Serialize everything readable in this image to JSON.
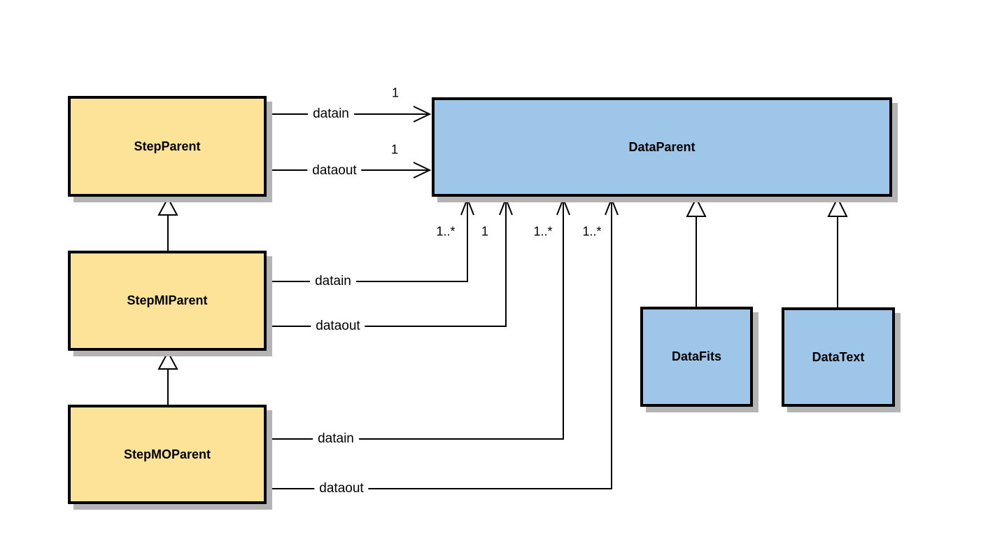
{
  "classes": {
    "step_parent": "StepParent",
    "step_mi_parent": "StepMIParent",
    "step_mo_parent": "StepMOParent",
    "data_parent": "DataParent",
    "data_fits": "DataFits",
    "data_text": "DataText"
  },
  "associations": {
    "step_parent_datain": {
      "label": "datain",
      "multiplicity": "1"
    },
    "step_parent_dataout": {
      "label": "dataout",
      "multiplicity": "1"
    },
    "step_mi_parent_datain": {
      "label": "datain",
      "multiplicity": "1..*"
    },
    "step_mi_parent_dataout": {
      "label": "dataout",
      "multiplicity": "1"
    },
    "step_mo_parent_datain": {
      "label": "datain",
      "multiplicity": "1..*"
    },
    "step_mo_parent_dataout": {
      "label": "dataout",
      "multiplicity": "1..*"
    }
  },
  "colors": {
    "step_class_fill": "#FDE398",
    "data_class_fill": "#9EC6E8",
    "border": "#000000",
    "shadow": "#B4B4B4",
    "background": "#FFFFFF"
  }
}
